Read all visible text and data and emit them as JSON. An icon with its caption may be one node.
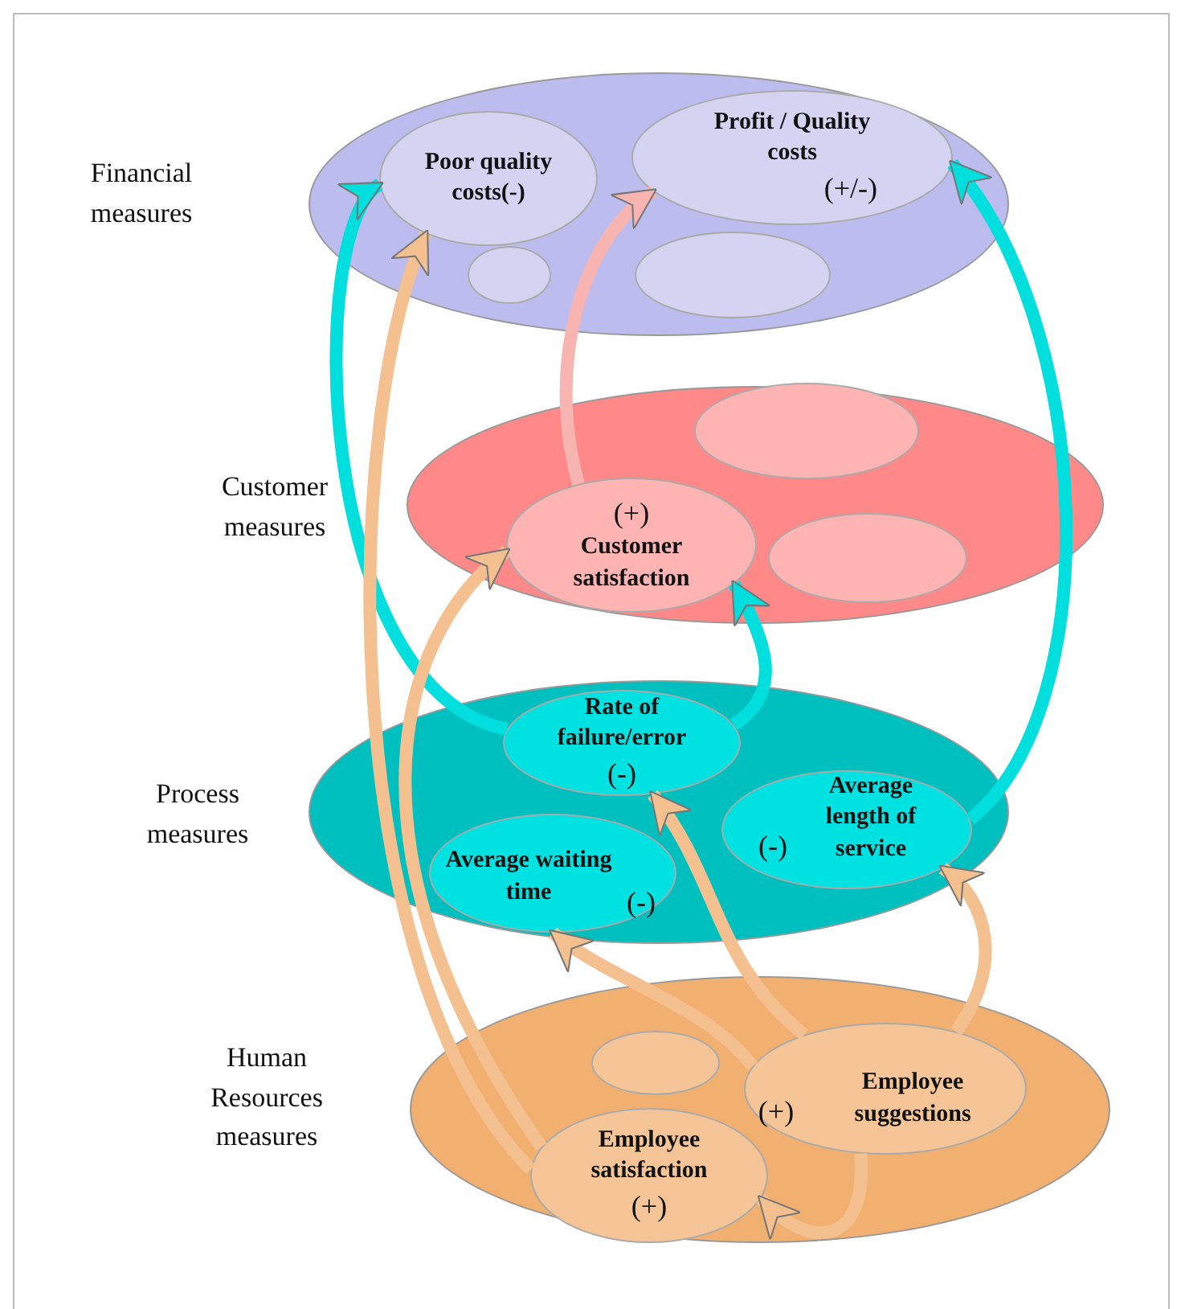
{
  "diagram": {
    "nodes": [
      {
        "text": [
          "Financial measures"
        ]
      },
      {
        "text": [
          "Poor quality costs(-)"
        ],
        "in": 0
      },
      {
        "text": [
          "Profit / Quality costs",
          "(+/-)"
        ],
        "in": 0
      },
      {
        "text": [],
        "shape": "ellipse",
        "in": 0
      },
      {
        "text": [],
        "shape": "ellipse",
        "in": 0
      },
      {
        "text": [
          "Customer measures"
        ]
      },
      {
        "text": [
          "(+)",
          "Customer satisfaction"
        ],
        "in": 5
      },
      {
        "text": [],
        "shape": "ellipse",
        "in": 5
      },
      {
        "text": [],
        "shape": "ellipse",
        "in": 5
      },
      {
        "text": [
          "Process measures"
        ]
      },
      {
        "text": [
          "Rate of failure/error",
          "(-)"
        ],
        "in": 9
      },
      {
        "text": [
          "(-)",
          "Average length of service"
        ],
        "in": 9
      },
      {
        "text": [
          "Average waiting time",
          "(-)"
        ],
        "in": 9
      },
      {
        "text": [
          "Human Resources measures"
        ]
      },
      {
        "text": [],
        "shape": "ellipse",
        "in": 13
      },
      {
        "text": [
          "(+)",
          "Employee suggestions"
        ],
        "in": 13
      },
      {
        "text": [
          "Employee satisfaction",
          "(+)"
        ],
        "in": 13
      }
    ],
    "edges": [
      {
        "from": 10,
        "to": 1,
        "arrow": "to",
        "color": "#00dede"
      },
      {
        "from": 10,
        "to": 6,
        "arrow": "to",
        "color": "#00dede"
      },
      {
        "from": 11,
        "to": 2,
        "arrow": "to",
        "color": "#00dede"
      },
      {
        "from": 6,
        "to": 2,
        "arrow": "to",
        "color": "#f7b4b0"
      },
      {
        "from": 16,
        "to": 1,
        "arrow": "to"
      },
      {
        "from": 16,
        "to": 6,
        "arrow": "to"
      },
      {
        "from": 15,
        "to": 12,
        "arrow": "to"
      },
      {
        "from": 15,
        "to": 10,
        "arrow": "to"
      },
      {
        "from": 15,
        "to": 11,
        "arrow": "to"
      },
      {
        "from": 15,
        "to": 16,
        "arrow": "to"
      }
    ]
  }
}
